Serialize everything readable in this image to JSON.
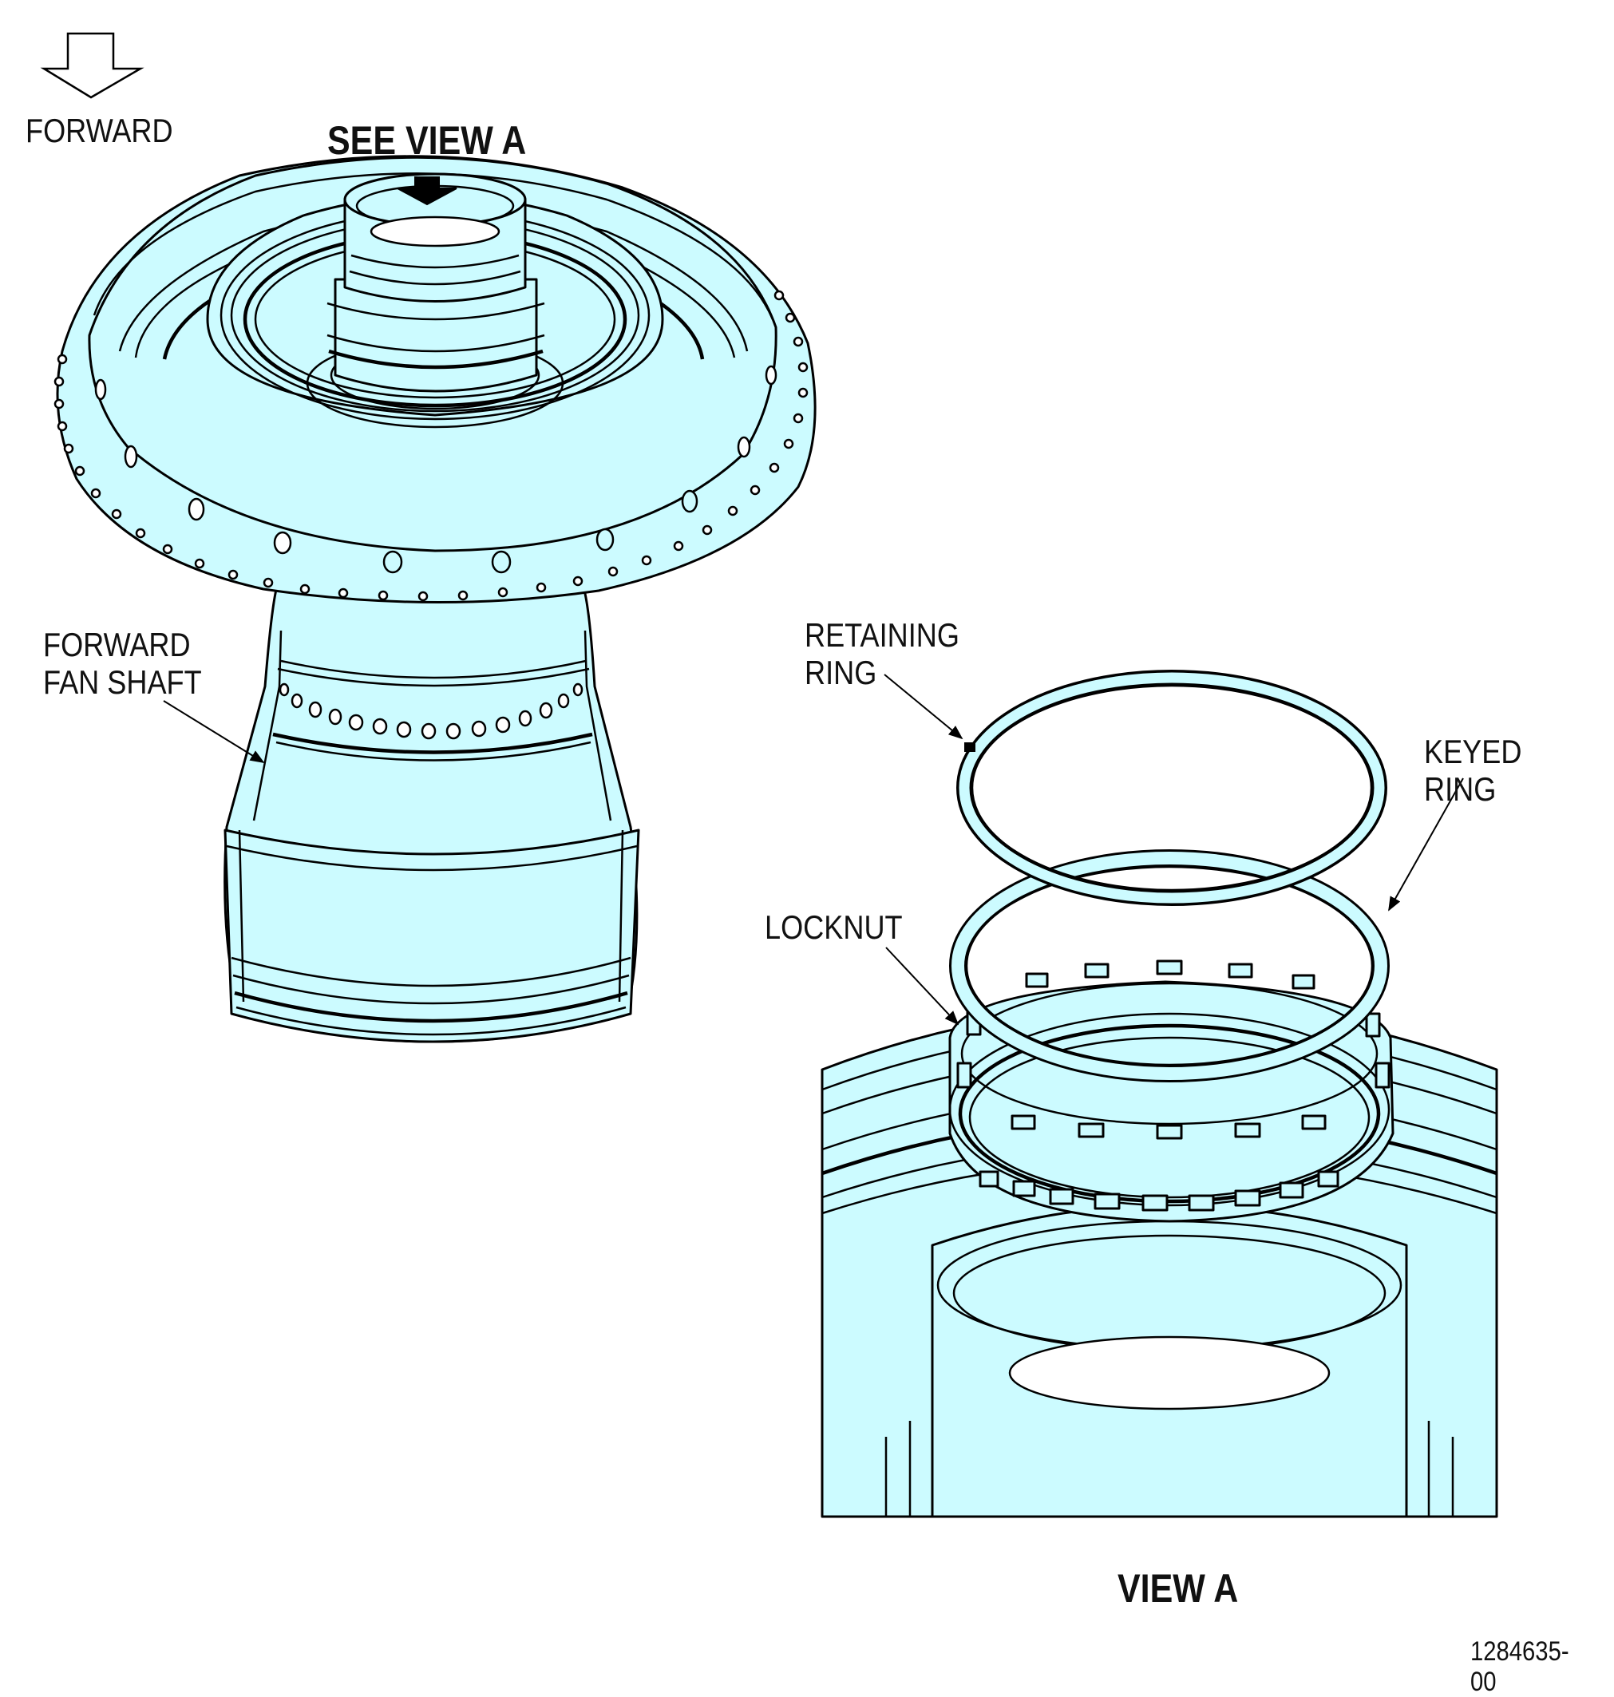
{
  "labels": {
    "forward": "FORWARD",
    "see_view_a": "SEE VIEW A",
    "forward_fan_shaft": "FORWARD\nFAN SHAFT",
    "retaining_ring": "RETAINING\nRING",
    "keyed_ring": "KEYED RING",
    "locknut": "LOCKNUT",
    "view_a": "VIEW A",
    "figure_number": "1284635-00"
  },
  "colors": {
    "part_fill": "#ccfbff",
    "line": "#000000",
    "background": "#ffffff"
  },
  "icons": {
    "forward_arrow": "hollow-down-arrow-icon",
    "view_arrow": "solid-down-arrow-icon"
  }
}
